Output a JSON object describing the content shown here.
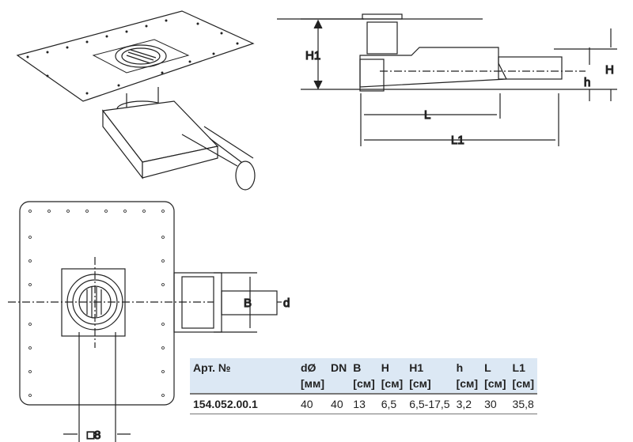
{
  "drawing_labels": {
    "H1": "H1",
    "H": "H",
    "h": "h",
    "L": "L",
    "L1": "L1",
    "B": "B",
    "d": "d",
    "square8": "□8"
  },
  "table": {
    "headers": [
      {
        "name": "Арт. №",
        "unit": ""
      },
      {
        "name": "dØ",
        "unit": "[мм]"
      },
      {
        "name": "DN",
        "unit": ""
      },
      {
        "name": "B",
        "unit": "[см]"
      },
      {
        "name": "H",
        "unit": "[см]"
      },
      {
        "name": "H1",
        "unit": "[см]"
      },
      {
        "name": "h",
        "unit": "[см]"
      },
      {
        "name": "L",
        "unit": "[см]"
      },
      {
        "name": "L1",
        "unit": "[см]"
      }
    ],
    "rows": [
      [
        "154.052.00.1",
        "40",
        "40",
        "13",
        "6,5",
        "6,5-17,5",
        "3,2",
        "30",
        "35,8"
      ]
    ]
  },
  "colors": {
    "header_bg": "#dce8f4",
    "line": "#222222"
  }
}
